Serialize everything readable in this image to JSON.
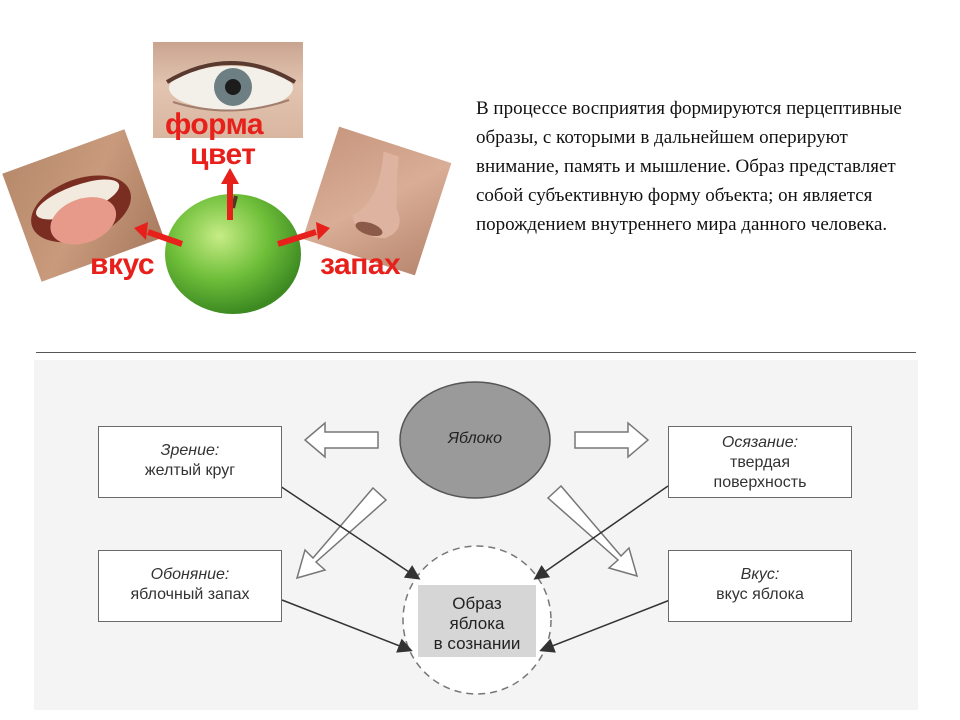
{
  "top_figure": {
    "labels": {
      "eye": "форма",
      "eye2": "цвет",
      "taste": "вкус",
      "smell": "запах"
    },
    "colors": {
      "label": "#e8201c",
      "arrow": "#e8201c",
      "apple": "#6fbf3a"
    }
  },
  "paragraph": "В процессе восприятия формируются перцептивные образы, с которыми в дальнейшем оперируют внимание, память и мышление. Образ представляет собой субъективную форму объекта; он является порождением внутреннего мира данного человека.",
  "diagram": {
    "center": "Яблоко",
    "result": [
      "Образ",
      "яблока",
      "в сознании"
    ],
    "boxes": [
      {
        "title": "Зрение:",
        "value": "желтый круг"
      },
      {
        "title": "Осязание:",
        "value": "твердая поверхность"
      },
      {
        "title": "Обоняние:",
        "value": "яблочный запах"
      },
      {
        "title": "Вкус:",
        "value": "вкус яблока"
      }
    ]
  }
}
